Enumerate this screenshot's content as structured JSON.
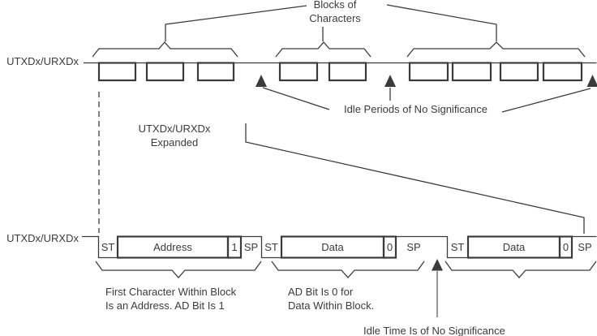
{
  "colors": {
    "line": "#3b3b3d",
    "text": "#3b3b3d",
    "arrow_shaft": "#98989c",
    "background": "#ffffff"
  },
  "top_diagram": {
    "signal_label": "UTXDx/URXDx",
    "blocks_caption": {
      "line1": "Blocks of",
      "line2": "Characters"
    },
    "idle_caption": "Idle Periods of No Significance",
    "block_groups": [
      {
        "name": "block-1",
        "characters": 3
      },
      {
        "name": "block-2",
        "characters": 2
      },
      {
        "name": "block-3",
        "characters": 4
      }
    ]
  },
  "expanded_caption": {
    "line1": "UTXDx/URXDx",
    "line2": "Expanded"
  },
  "bottom_diagram": {
    "signal_label": "UTXDx/URXDx",
    "frames": [
      {
        "cells": [
          "ST",
          "Address",
          "1",
          "SP"
        ]
      },
      {
        "cells": [
          "ST",
          "Data",
          "0",
          "SP"
        ]
      },
      {
        "cells": [
          "ST",
          "Data",
          "0",
          "SP"
        ]
      }
    ],
    "captions": {
      "first_character": {
        "line1": "First Character Within Block",
        "line2": "Is an Address. AD Bit Is 1"
      },
      "ad_bit": {
        "line1": "AD Bit Is 0 for",
        "line2": "Data Within Block."
      },
      "idle_time": "Idle Time Is of No Significance"
    }
  }
}
